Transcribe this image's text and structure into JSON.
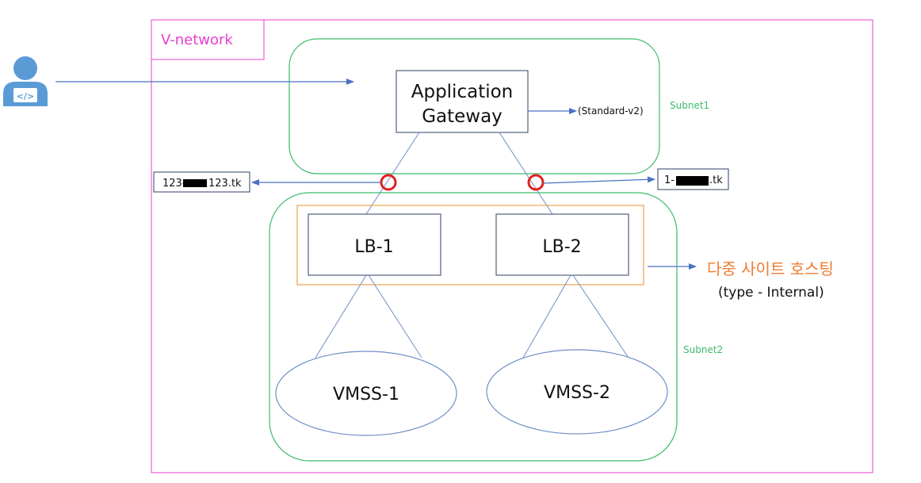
{
  "vnet": {
    "label": "V-network"
  },
  "gateway": {
    "line1": "Application",
    "line2": "Gateway",
    "sku": "(Standard-v2)"
  },
  "subnets": {
    "subnet1": "Subnet1",
    "subnet2": "Subnet2"
  },
  "domains": {
    "left_prefix": "123-",
    "left_suffix": "123.tk",
    "right_prefix": "1-",
    "right_suffix": ".tk"
  },
  "load_balancers": [
    {
      "label": "LB-1"
    },
    {
      "label": "LB-2"
    }
  ],
  "vmss": [
    {
      "label": "VMSS-1"
    },
    {
      "label": "VMSS-2"
    }
  ],
  "hosting": {
    "title": "다중 사이트 호스팅",
    "subtitle": "(type - Internal)"
  },
  "colors": {
    "vnet": "#e83fcf",
    "subnet": "#3dbb6a",
    "node_border": "#2f3f66",
    "connector": "#6f8fc7",
    "arrow": "#4a72c4",
    "hosting_box": "#f0a050",
    "hosting_text": "#ee7d31",
    "marker": "#e02020",
    "user_icon": "#5b9bd5"
  }
}
